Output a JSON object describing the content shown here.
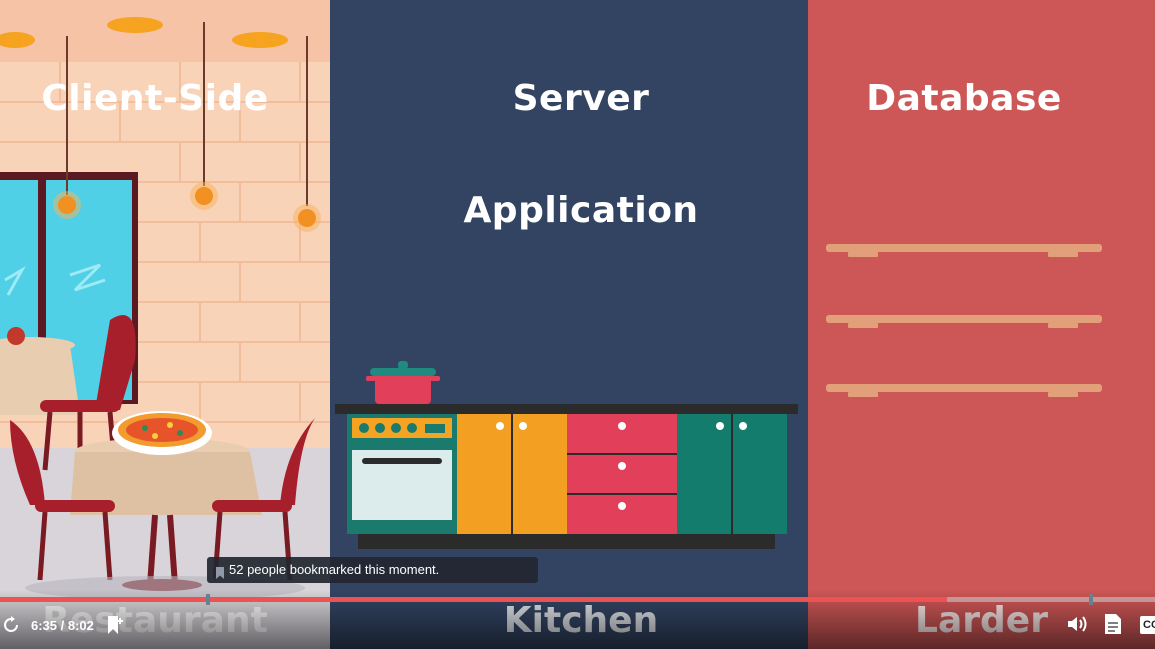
{
  "slide": {
    "headings": {
      "client": "Client-Side",
      "server": "Server",
      "application": "Application",
      "database": "Database"
    },
    "bottom_labels": {
      "restaurant": "Restaurant",
      "kitchen": "Kitchen",
      "larder": "Larder"
    },
    "colors": {
      "client_bg": "#f9d3b8",
      "server_bg": "#334463",
      "database_bg": "#cd5656"
    }
  },
  "player": {
    "time_display": "6:35 / 8:02",
    "progress": 0.82,
    "bookmark_marker": 0.18,
    "bookmark_tooltip": "52 people bookmarked this moment.",
    "captions_label": "CC",
    "icons": [
      "replay-icon",
      "bookmark-icon",
      "volume-icon",
      "transcript-icon",
      "captions-icon"
    ],
    "accent_color": "#ec5252"
  }
}
